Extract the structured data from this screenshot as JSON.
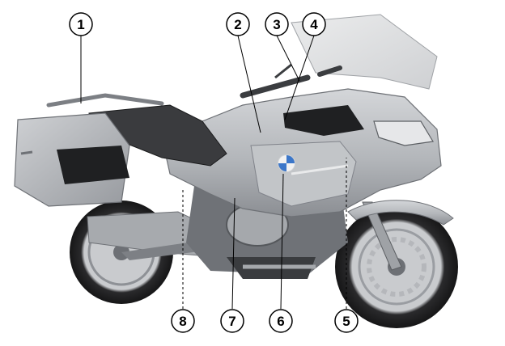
{
  "diagram": {
    "subject": "motorcycle-left-side-view",
    "callouts": [
      {
        "id": "1",
        "label": "1"
      },
      {
        "id": "2",
        "label": "2"
      },
      {
        "id": "3",
        "label": "3"
      },
      {
        "id": "4",
        "label": "4"
      },
      {
        "id": "5",
        "label": "5"
      },
      {
        "id": "6",
        "label": "6"
      },
      {
        "id": "7",
        "label": "7"
      },
      {
        "id": "8",
        "label": "8"
      }
    ]
  },
  "colors": {
    "body": "#b9bcc0",
    "body_dark": "#8e9196",
    "shadow": "#2b2d30",
    "tire": "#1c1c1e",
    "windshield": "#d9dadc",
    "seat": "#3a3b3e"
  }
}
